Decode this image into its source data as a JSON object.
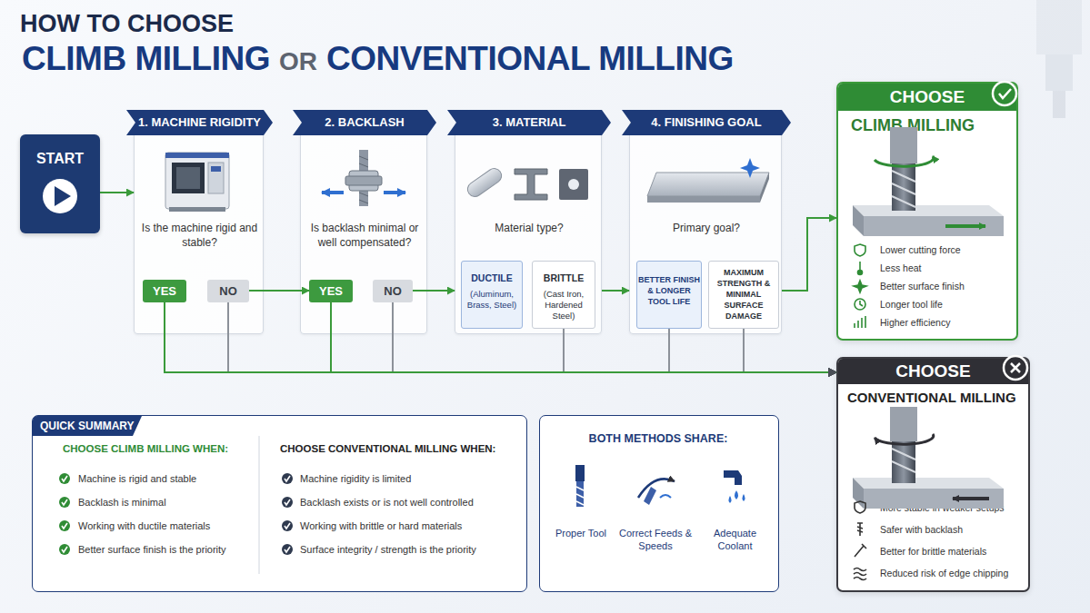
{
  "diagram": {
    "title": "HOW TO CHOOSE",
    "nodes": [
      {
        "text": [
          "START"
        ]
      },
      {
        "text": [
          "1. MACHINE RIGIDITY",
          "Is the machine rigid and stable?"
        ]
      },
      {
        "text": [
          "YES"
        ],
        "in": 1
      },
      {
        "text": [
          "NO"
        ],
        "in": 1
      },
      {
        "text": [
          "2. BACKLASH",
          "Is backlash minimal or well compensated?"
        ]
      },
      {
        "text": [
          "YES"
        ],
        "in": 4
      },
      {
        "text": [
          "NO"
        ],
        "in": 4
      },
      {
        "text": [
          "3. MATERIAL",
          "Material type?"
        ]
      },
      {
        "text": [
          "DUCTILE",
          "(Aluminum, Brass, Steel)"
        ],
        "in": 7
      },
      {
        "text": [
          "BRITTLE",
          "(Cast Iron, Hardened Steel)"
        ],
        "in": 7
      },
      {
        "text": [
          "4. FINISHING GOAL",
          "Primary goal?"
        ]
      },
      {
        "text": [
          "BETTER FINISH & LONGER TOOL LIFE"
        ],
        "in": 10
      },
      {
        "text": [
          "MAXIMUM STRENGTH & MINIMAL SURFACE DAMAGE"
        ],
        "in": 10
      },
      {
        "text": [
          "CHOOSE",
          "CLIMB MILLING",
          "Lower cutting force",
          "Less heat",
          "Better surface finish",
          "Longer tool life",
          "Higher efficiency"
        ]
      },
      {
        "text": [
          "CHOOSE",
          "CONVENTIONAL MILLING",
          "More stable in weaker setups",
          "Safer with backlash",
          "Better for brittle materials",
          "Reduced risk of edge chipping"
        ]
      },
      {
        "text": [
          "QUICK SUMMARY",
          "CHOOSE CLIMB MILLING WHEN:",
          "Machine is rigid and stable",
          "Backlash is minimal",
          "Working with ductile materials",
          "Better surface finish is the priority",
          "CHOOSE CONVENTIONAL MILLING WHEN:",
          "Machine rigidity is limited",
          "Backlash exists or is not well controlled",
          "Working with brittle or hard materials",
          "Surface integrity / strength is the priority"
        ]
      },
      {
        "text": [
          "BOTH METHODS SHARE:",
          "Proper Tool",
          "Correct Feeds & Speeds",
          "Adequate Coolant"
        ]
      }
    ],
    "edges": [
      {
        "from": 0,
        "to": 1,
        "arrow": "to"
      },
      {
        "from": 3,
        "to": 5,
        "arrow": "to"
      },
      {
        "from": 6,
        "to": 7,
        "arrow": "to"
      },
      {
        "from": 7,
        "to": 10,
        "arrow": "to"
      },
      {
        "from": 10,
        "to": 13,
        "arrow": "to"
      },
      {
        "from": 2,
        "to": 14,
        "arrow": "to"
      },
      {
        "from": 3,
        "to": 14,
        "arrow": "to"
      },
      {
        "from": 5,
        "to": 14,
        "arrow": "to"
      },
      {
        "from": 6,
        "to": 14,
        "arrow": "to"
      },
      {
        "from": 9,
        "to": 14,
        "arrow": "to"
      },
      {
        "from": 11,
        "to": 14,
        "arrow": "to"
      },
      {
        "from": 12,
        "to": 14,
        "arrow": "to"
      }
    ],
    "labels": [
      "CLIMB MILLING",
      "OR",
      "CONVENTIONAL MILLING"
    ]
  }
}
